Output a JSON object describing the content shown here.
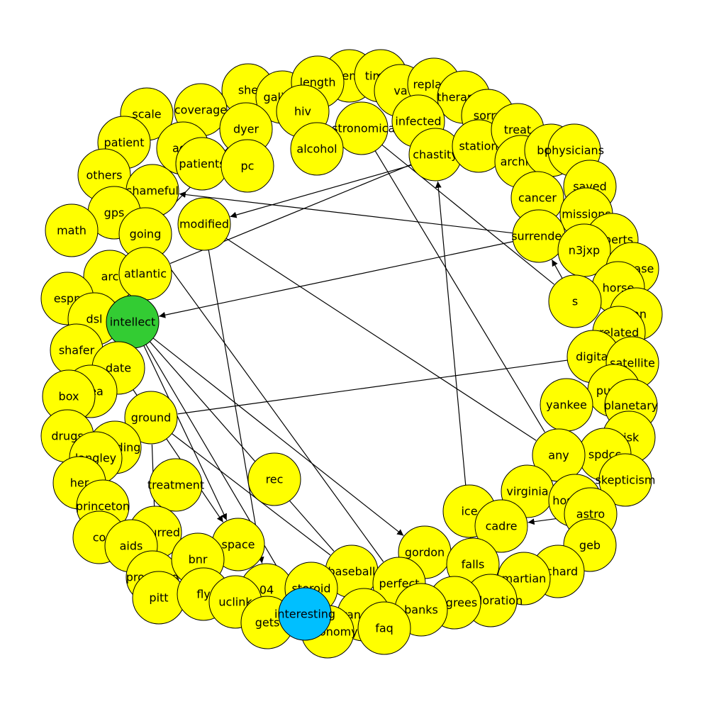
{
  "colors": {
    "default": "#ffff00",
    "intellect": "#33cc33",
    "interesting": "#00bfff"
  },
  "graph": {
    "nodes": [
      {
        "id": "she",
        "label": "she"
      },
      {
        "id": "galileo",
        "label": "galileo"
      },
      {
        "id": "mathematics",
        "label": "mathematics"
      },
      {
        "id": "times",
        "label": "times"
      },
      {
        "id": "va",
        "label": "va"
      },
      {
        "id": "length",
        "label": "length"
      },
      {
        "id": "replace",
        "label": "replace"
      },
      {
        "id": "therapies",
        "label": "therapies"
      },
      {
        "id": "hiv",
        "label": "hiv"
      },
      {
        "id": "coverage",
        "label": "coverage"
      },
      {
        "id": "scale",
        "label": "scale"
      },
      {
        "id": "dyer",
        "label": "dyer"
      },
      {
        "id": "astronomical",
        "label": "astronomical"
      },
      {
        "id": "infected",
        "label": "infected"
      },
      {
        "id": "sorry",
        "label": "sorry"
      },
      {
        "id": "patient",
        "label": "patient"
      },
      {
        "id": "add",
        "label": "add"
      },
      {
        "id": "patients",
        "label": "patients"
      },
      {
        "id": "pc",
        "label": "pc"
      },
      {
        "id": "alcohol",
        "label": "alcohol"
      },
      {
        "id": "chastity",
        "label": "chastity"
      },
      {
        "id": "station",
        "label": "station"
      },
      {
        "id": "treat",
        "label": "treat"
      },
      {
        "id": "archive",
        "label": "archive"
      },
      {
        "id": "bony",
        "label": "bony"
      },
      {
        "id": "physicians",
        "label": "physicians"
      },
      {
        "id": "others",
        "label": "others"
      },
      {
        "id": "shameful",
        "label": "shameful"
      },
      {
        "id": "cancer",
        "label": "cancer"
      },
      {
        "id": "saved",
        "label": "saved"
      },
      {
        "id": "gps",
        "label": "gps"
      },
      {
        "id": "math",
        "label": "math"
      },
      {
        "id": "going",
        "label": "going"
      },
      {
        "id": "modified",
        "label": "modified"
      },
      {
        "id": "missions",
        "label": "missions"
      },
      {
        "id": "surrender",
        "label": "surrender"
      },
      {
        "id": "experts",
        "label": "experts"
      },
      {
        "id": "n3jxp",
        "label": "n3jxp"
      },
      {
        "id": "arc",
        "label": "arc"
      },
      {
        "id": "atlantic",
        "label": "atlantic"
      },
      {
        "id": "disease",
        "label": "disease"
      },
      {
        "id": "horse",
        "label": "horse"
      },
      {
        "id": "espn",
        "label": "espn"
      },
      {
        "id": "s",
        "label": "s"
      },
      {
        "id": "dan",
        "label": "dan"
      },
      {
        "id": "dsl",
        "label": "dsl"
      },
      {
        "id": "intellect",
        "label": "intellect"
      },
      {
        "id": "related",
        "label": "related"
      },
      {
        "id": "shafer",
        "label": "shafer"
      },
      {
        "id": "date",
        "label": "date"
      },
      {
        "id": "digital",
        "label": "digital"
      },
      {
        "id": "satellite",
        "label": "satellite"
      },
      {
        "id": "area",
        "label": "area"
      },
      {
        "id": "box",
        "label": "box"
      },
      {
        "id": "purely",
        "label": "purely"
      },
      {
        "id": "yankee",
        "label": "yankee"
      },
      {
        "id": "planetary",
        "label": "planetary"
      },
      {
        "id": "ground",
        "label": "ground"
      },
      {
        "id": "drugs",
        "label": "drugs"
      },
      {
        "id": "including",
        "label": "including"
      },
      {
        "id": "risk",
        "label": "risk"
      },
      {
        "id": "langley",
        "label": "langley"
      },
      {
        "id": "spdcc",
        "label": "spdcc"
      },
      {
        "id": "any",
        "label": "any"
      },
      {
        "id": "her",
        "label": "her"
      },
      {
        "id": "rec",
        "label": "rec"
      },
      {
        "id": "treatment",
        "label": "treatment"
      },
      {
        "id": "skepticism",
        "label": "skepticism"
      },
      {
        "id": "virginia",
        "label": "virginia"
      },
      {
        "id": "princeton",
        "label": "princeton"
      },
      {
        "id": "hospital",
        "label": "hospital"
      },
      {
        "id": "ice",
        "label": "ice"
      },
      {
        "id": "astro",
        "label": "astro"
      },
      {
        "id": "cadre",
        "label": "cadre"
      },
      {
        "id": "co",
        "label": "co"
      },
      {
        "id": "occurred",
        "label": "occurred"
      },
      {
        "id": "aids",
        "label": "aids"
      },
      {
        "id": "space",
        "label": "space"
      },
      {
        "id": "geb",
        "label": "geb"
      },
      {
        "id": "gordon",
        "label": "gordon"
      },
      {
        "id": "richard",
        "label": "richard"
      },
      {
        "id": "falls",
        "label": "falls"
      },
      {
        "id": "martian",
        "label": "martian"
      },
      {
        "id": "proposed",
        "label": "proposed"
      },
      {
        "id": "bnr",
        "label": "bnr"
      },
      {
        "id": "baseball",
        "label": "baseball"
      },
      {
        "id": "perfect",
        "label": "perfect"
      },
      {
        "id": "pitt",
        "label": "pitt"
      },
      {
        "id": "fly",
        "label": "fly"
      },
      {
        "id": "n04",
        "label": "04"
      },
      {
        "id": "steroid",
        "label": "steroid"
      },
      {
        "id": "exploration",
        "label": "exploration"
      },
      {
        "id": "degrees",
        "label": "degrees"
      },
      {
        "id": "banks",
        "label": "banks"
      },
      {
        "id": "uclink",
        "label": "uclink"
      },
      {
        "id": "francisco",
        "label": "francisco"
      },
      {
        "id": "faq",
        "label": "faq"
      },
      {
        "id": "gets",
        "label": "gets"
      },
      {
        "id": "astronomy",
        "label": "astronomy"
      },
      {
        "id": "interesting",
        "label": "interesting"
      }
    ],
    "edges": [
      {
        "from": "surrender",
        "to": "intellect",
        "directed": true
      },
      {
        "from": "surrender",
        "to": "shameful",
        "directed": true
      },
      {
        "from": "station",
        "to": "modified",
        "directed": true
      },
      {
        "from": "modified",
        "to": "any",
        "directed": false
      },
      {
        "from": "modified",
        "to": "n04",
        "directed": true
      },
      {
        "from": "astronomical",
        "to": "any",
        "directed": false
      },
      {
        "from": "astronomical",
        "to": "s",
        "directed": false
      },
      {
        "from": "falls",
        "to": "chastity",
        "directed": true
      },
      {
        "from": "digital",
        "to": "ground",
        "directed": false
      },
      {
        "from": "intellect",
        "to": "gordon",
        "directed": true
      },
      {
        "from": "intellect",
        "to": "space",
        "directed": true
      },
      {
        "from": "intellect",
        "to": "baseball",
        "directed": false
      },
      {
        "from": "intellect",
        "to": "interesting",
        "directed": true
      },
      {
        "from": "date",
        "to": "space",
        "directed": true
      },
      {
        "from": "going",
        "to": "perfect",
        "directed": false
      },
      {
        "from": "ground",
        "to": "baseball",
        "directed": false
      },
      {
        "from": "astro",
        "to": "cadre",
        "directed": true
      },
      {
        "from": "s",
        "to": "surrender",
        "directed": true
      },
      {
        "from": "chastity",
        "to": "atlantic",
        "directed": false
      },
      {
        "from": "dyer",
        "to": "going",
        "directed": false
      },
      {
        "from": "alcohol",
        "to": "hiv",
        "directed": false
      },
      {
        "from": "atlantic",
        "to": "intellect",
        "directed": false
      },
      {
        "from": "intellect",
        "to": "date",
        "directed": true
      },
      {
        "from": "occurred",
        "to": "ground",
        "directed": false
      }
    ]
  }
}
